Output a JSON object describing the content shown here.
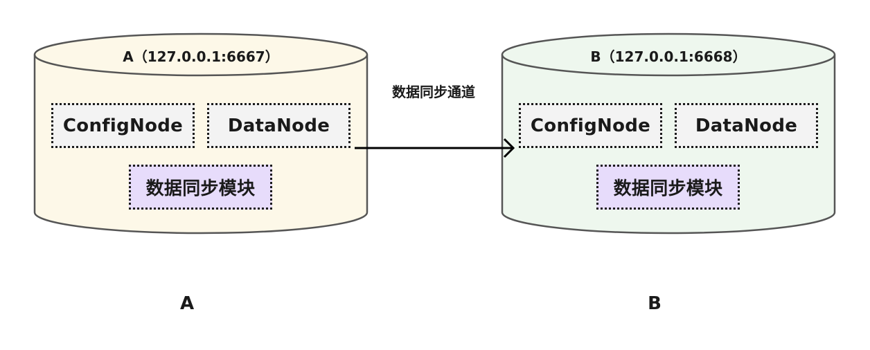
{
  "server_a": {
    "title": "A（127.0.0.1:6667）",
    "config_node": "ConfigNode",
    "data_node": "DataNode",
    "sync_module": "数据同步模块",
    "caption": "A",
    "fill_color": "#fdf8e8"
  },
  "server_b": {
    "title": "B（127.0.0.1:6668）",
    "config_node": "ConfigNode",
    "data_node": "DataNode",
    "sync_module": "数据同步模块",
    "caption": "B",
    "fill_color": "#eef7ee"
  },
  "channel": {
    "label": "数据同步通道"
  },
  "colors": {
    "stroke": "#555555",
    "node_fill": "#f3f3f3",
    "module_fill": "#e7dcfb",
    "arrow": "#000000"
  }
}
